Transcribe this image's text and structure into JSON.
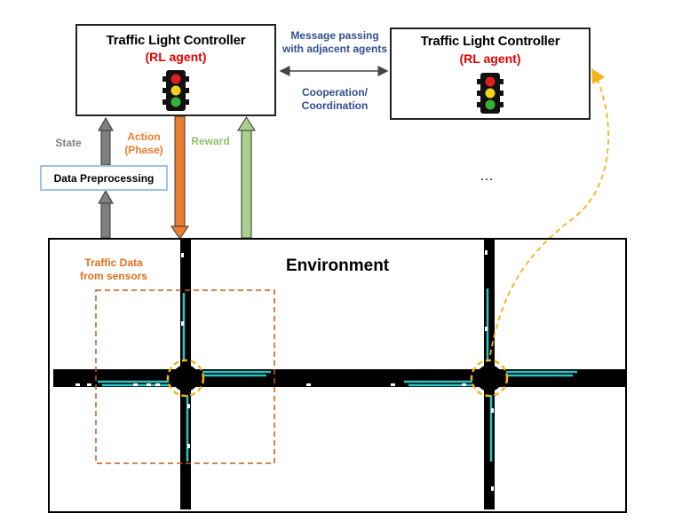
{
  "controller_left": {
    "title": "Traffic Light Controller",
    "subtitle": "(RL agent)"
  },
  "controller_right": {
    "title": "Traffic Light Controller",
    "subtitle": "(RL agent)"
  },
  "message_label": {
    "line1": "Message passing",
    "line2": "with adjacent agents"
  },
  "coop_label": {
    "line1": "Cooperation/",
    "line2": "Coordination"
  },
  "state_label": "State",
  "action_label": {
    "line1": "Action",
    "line2": "(Phase)"
  },
  "reward_label": "Reward",
  "preprocessing_label": "Data Preprocessing",
  "ellipsis": "…",
  "environment_title": "Environment",
  "sensor_label": {
    "line1": "Traffic Data",
    "line2": "from sensors"
  },
  "colors": {
    "state_arrow": "#7f7f7f",
    "action_arrow": "#ed7d31",
    "reward_arrow": "#a9d18e",
    "lane": "#2ec4c4",
    "sensor_box": "#c55a11",
    "detector": "#f4b41a"
  }
}
